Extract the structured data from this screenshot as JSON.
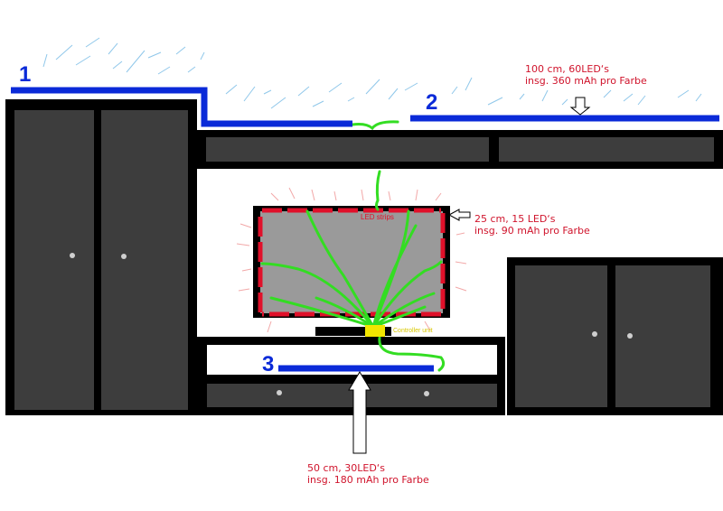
{
  "markers": {
    "m1": "1",
    "m2": "2",
    "m3": "3"
  },
  "annotations": {
    "top": {
      "line1": "100 cm, 60LED‘s",
      "line2": "insg. 360 mAh pro Farbe"
    },
    "tv": {
      "line1": "25 cm, 15 LED‘s",
      "line2": "insg. 90 mAh pro Farbe"
    },
    "bottom": {
      "line1": "50 cm, 30LED‘s",
      "line2": "insg. 180 mAh pro Farbe"
    }
  },
  "labels": {
    "led_strips": "LED strips",
    "controller": "Controller unit"
  },
  "colors": {
    "blue_strip": "#0a2ad8",
    "red_led": "#e0102a",
    "green_wire": "#33dd22",
    "controller": "#f2e600",
    "furniture": "#000000",
    "door": "#3d3d3d",
    "screen": "#9a9a9a"
  }
}
